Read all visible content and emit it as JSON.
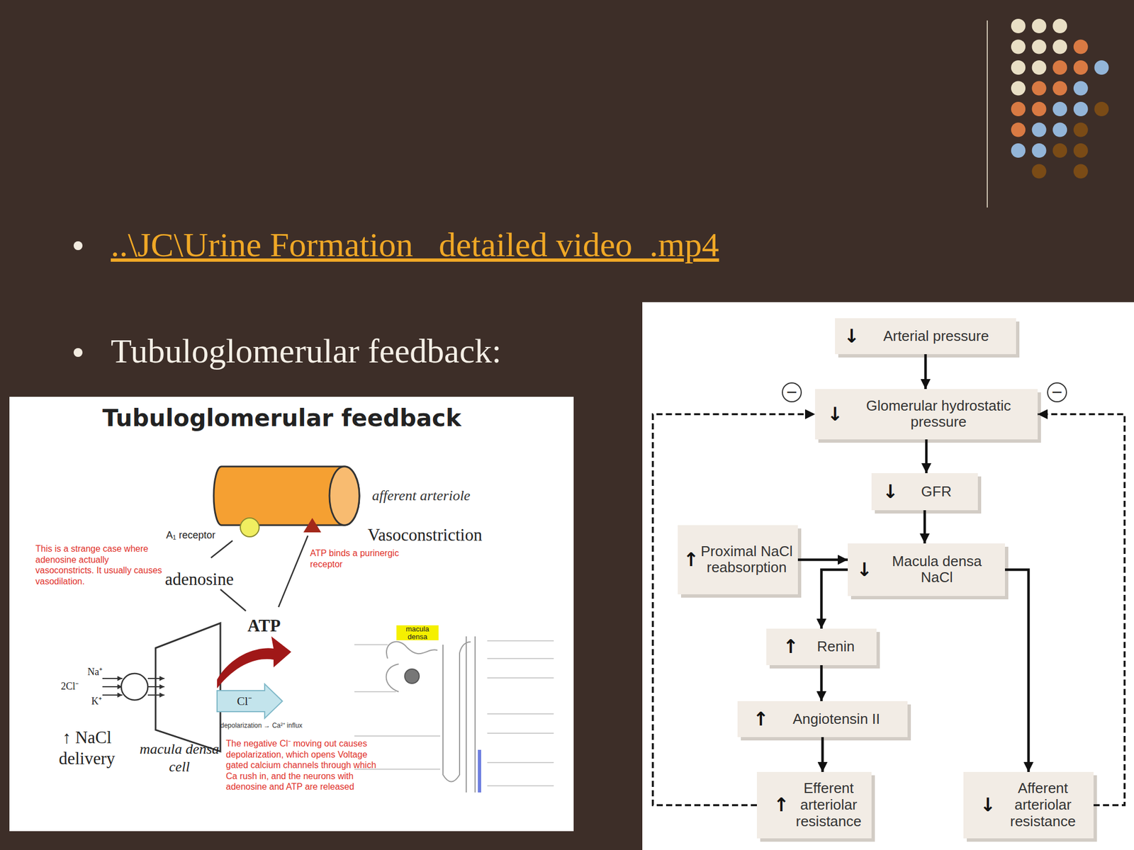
{
  "diagram": {
    "nodes": [
      {
        "text": [
          "↓",
          "Arterial pressure"
        ]
      },
      {
        "text": [
          "↓",
          "Glomerular hydrostatic pressure"
        ]
      },
      {
        "text": [
          "↓",
          "GFR"
        ]
      },
      {
        "text": [
          "↑",
          "Proximal NaCl reabsorption"
        ]
      },
      {
        "text": [
          "↓",
          "Macula densa NaCl"
        ]
      },
      {
        "text": [
          "↑",
          "Renin"
        ]
      },
      {
        "text": [
          "↑",
          "Angiotensin II"
        ]
      },
      {
        "text": [
          "↑",
          "Efferent arteriolar resistance"
        ]
      },
      {
        "text": [
          "↓",
          "Afferent arteriolar resistance"
        ]
      }
    ],
    "edges": [
      {
        "from": 0,
        "to": 1,
        "arrow": "to"
      },
      {
        "from": 1,
        "to": 2,
        "arrow": "to"
      },
      {
        "from": 2,
        "to": 4,
        "arrow": "to"
      },
      {
        "from": 3,
        "to": 4,
        "arrow": "to"
      },
      {
        "from": 4,
        "to": 5,
        "arrow": "to"
      },
      {
        "from": 5,
        "to": 6,
        "arrow": "to"
      },
      {
        "from": 6,
        "to": 7,
        "arrow": "to"
      },
      {
        "from": 4,
        "to": 8,
        "arrow": "to"
      },
      {
        "from": 7,
        "to": 1,
        "label": "−",
        "arrow": "to"
      },
      {
        "from": 8,
        "to": 1,
        "label": "−",
        "arrow": "to"
      }
    ],
    "labels": [
      "..\\JC\\Urine Formation _detailed video_.mp4",
      "Tubuloglomerular feedback:",
      "Tubuloglomerular feedback",
      "afferent arteriole",
      "A₁ receptor",
      "Vasoconstriction",
      "adenosine",
      "ATP",
      "This is a strange case where adenosine actually vasoconstricts. It usually causes vasodilation.",
      "ATP binds a purinergic receptor",
      "Na⁺",
      "2Cl⁻",
      "K⁺",
      "Cl⁻",
      "depolarization → Ca²⁺ influx",
      "↑ NaCl delivery",
      "macula densa cell",
      "The negative Cl⁻ moving out causes depolarization, which opens Voltage gated calcium channels through which Ca rush in, and the neurons with adenosine and ATP are released",
      "macula densa"
    ]
  }
}
